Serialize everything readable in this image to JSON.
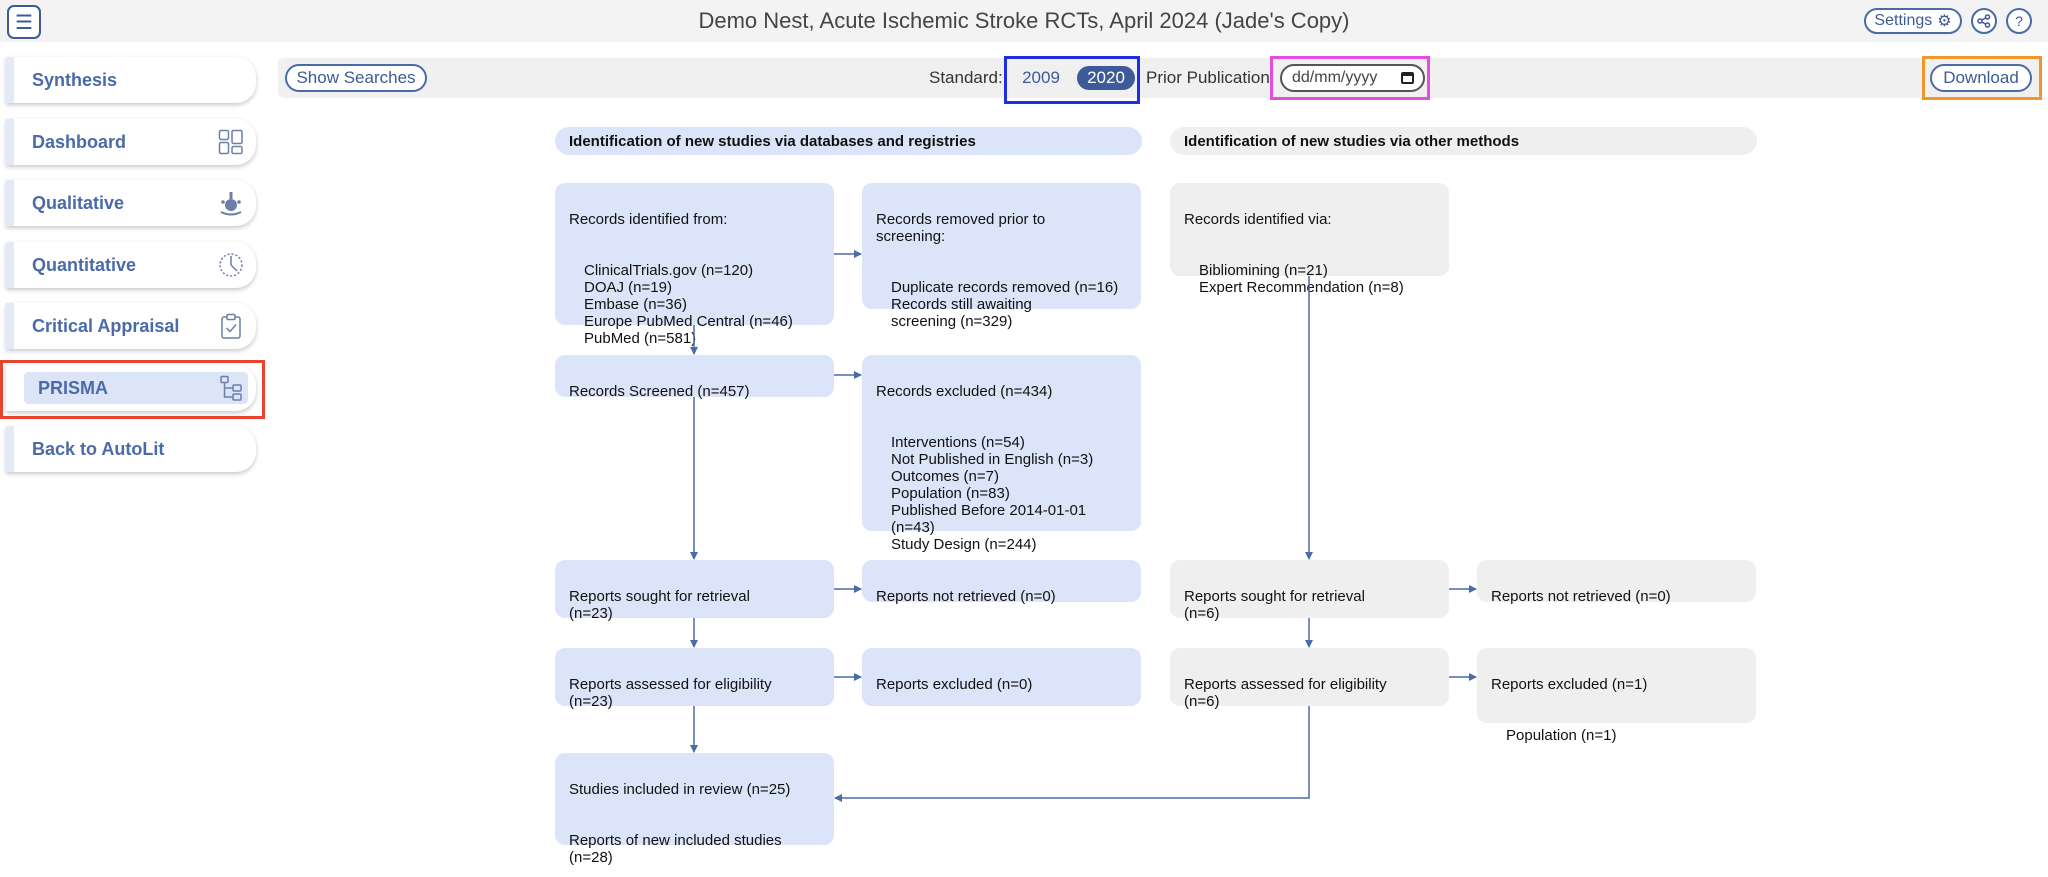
{
  "header": {
    "title": "Demo Nest, Acute Ischemic Stroke RCTs, April 2024 (Jade's Copy)",
    "settings_label": "Settings",
    "share_icon": "share-icon",
    "help_label": "?"
  },
  "sidebar": {
    "items": [
      {
        "label": "Synthesis",
        "icon": ""
      },
      {
        "label": "Dashboard",
        "icon": "dashboard-icon"
      },
      {
        "label": "Qualitative",
        "icon": "qualitative-icon"
      },
      {
        "label": "Quantitative",
        "icon": "quantitative-icon"
      },
      {
        "label": "Critical Appraisal",
        "icon": "clipboard-check-icon"
      },
      {
        "label": "PRISMA",
        "icon": "flowchart-icon",
        "active": true
      },
      {
        "label": "Back to AutoLit",
        "icon": ""
      }
    ]
  },
  "toolbar": {
    "show_searches_label": "Show Searches",
    "standard_label": "Standard:",
    "standard_options": [
      "2009",
      "2020"
    ],
    "standard_selected": "2020",
    "prior_publication_label": "Prior Publication",
    "date_placeholder": "dd/mm/yyyy",
    "download_label": "Download"
  },
  "highlight_colors": {
    "sidebar_prisma": "#e8432e",
    "standard_toggle": "#1d2fe0",
    "date_input": "#e34ee0",
    "download": "#f0962b"
  },
  "prisma": {
    "db_header": "Identification of new studies via databases and registries",
    "other_header": "Identification of new studies via other methods",
    "identified": {
      "title": "Records identified from:",
      "items": "ClinicalTrials.gov (n=120)\nDOAJ (n=19)\nEmbase (n=36)\nEurope PubMed Central (n=46)\nPubMed (n=581)"
    },
    "removed": {
      "title": "Records removed prior to\nscreening:",
      "items": "Duplicate records removed (n=16)\nRecords still awaiting\nscreening (n=329)"
    },
    "screened": "Records Screened (n=457)",
    "excluded": {
      "title": "Records excluded (n=434)",
      "items": "Interventions (n=54)\nNot Published in English (n=3)\nOutcomes (n=7)\nPopulation (n=83)\nPublished Before 2014-01-01\n(n=43)\nStudy Design (n=244)"
    },
    "sought_db": "Reports sought for retrieval\n(n=23)",
    "not_retrieved_db": "Reports not retrieved (n=0)",
    "assessed_db": "Reports assessed for eligibility\n(n=23)",
    "reports_excluded_db": "Reports excluded (n=0)",
    "included": {
      "title": "Studies included in review (n=25)",
      "sub": "Reports of new included studies\n(n=28)"
    },
    "other_identified": {
      "title": "Records identified via:",
      "items": "Bibliomining (n=21)\nExpert Recommendation (n=8)"
    },
    "sought_other": "Reports sought for retrieval\n(n=6)",
    "not_retrieved_other": "Reports not retrieved (n=0)",
    "assessed_other": "Reports assessed for eligibility\n(n=6)",
    "reports_excluded_other": {
      "title": "Reports excluded (n=1)",
      "items": "Population (n=1)"
    }
  }
}
